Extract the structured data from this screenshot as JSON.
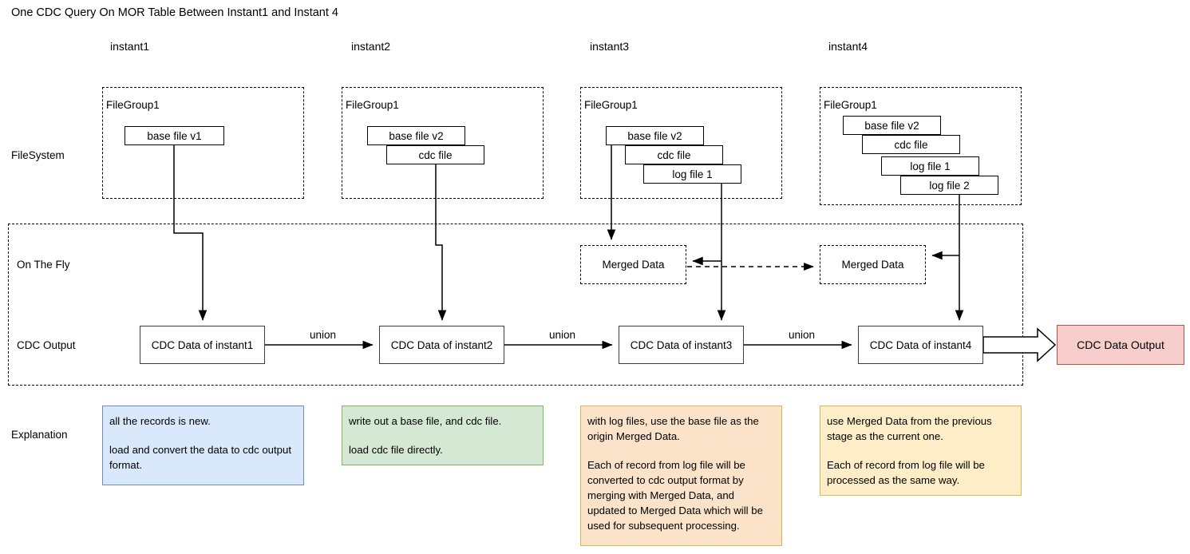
{
  "title": "One CDC Query On MOR Table Between Instant1 and Instant 4",
  "instants": [
    {
      "label": "instant1"
    },
    {
      "label": "instant2"
    },
    {
      "label": "instant3"
    },
    {
      "label": "instant4"
    }
  ],
  "row_labels": {
    "filesystem": "FileSystem",
    "on_the_fly": "On The Fly",
    "cdc_output": "CDC Output",
    "explanation": "Explanation"
  },
  "file_groups": [
    {
      "title": "FileGroup1",
      "files": [
        "base file v1"
      ]
    },
    {
      "title": "FileGroup1",
      "files": [
        "base file v2",
        "cdc file"
      ]
    },
    {
      "title": "FileGroup1",
      "files": [
        "base file v2",
        "cdc file",
        "log file 1"
      ]
    },
    {
      "title": "FileGroup1",
      "files": [
        "base file v2",
        "cdc file",
        "log file 1",
        "log file 2"
      ]
    }
  ],
  "merged_data": [
    {
      "label": "Merged Data"
    },
    {
      "label": "Merged Data"
    }
  ],
  "cdc_boxes": [
    {
      "label": "CDC Data of instant1"
    },
    {
      "label": "CDC Data of instant2"
    },
    {
      "label": "CDC Data of instant3"
    },
    {
      "label": "CDC Data of instant4"
    }
  ],
  "union_labels": [
    "union",
    "union",
    "union"
  ],
  "output": {
    "label": "CDC Data Output"
  },
  "explanations": [
    {
      "color": "#dae8fc",
      "border": "#6c8ebf",
      "paragraphs": [
        "all the records is new.",
        "load and convert the data to cdc output format."
      ]
    },
    {
      "color": "#d5e8d4",
      "border": "#82b366",
      "paragraphs": [
        "write out a base file, and cdc file.",
        "load cdc file directly."
      ]
    },
    {
      "color": "#fae3c8",
      "border": "#d6b656",
      "paragraphs": [
        "with log files, use the base file as the origin Merged Data.",
        "Each of record from log file will be converted to cdc output format by merging with Merged Data, and updated to Merged Data which will be used for subsequent processing."
      ]
    },
    {
      "color": "#fdeec8",
      "border": "#d6b656",
      "paragraphs": [
        "use Merged Data from the previous stage as the current one.",
        "Each of record from log file will be processed as the same way."
      ]
    }
  ],
  "colors": {
    "output_fill": "#f8cecc",
    "output_border": "#b85450",
    "line": "#000000"
  }
}
